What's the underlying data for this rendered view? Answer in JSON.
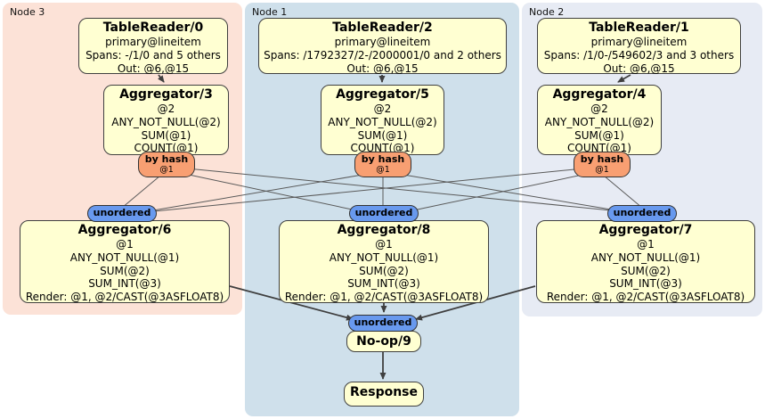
{
  "regions": {
    "node3": {
      "label": "Node 3"
    },
    "node1": {
      "label": "Node 1"
    },
    "node2": {
      "label": "Node 2"
    }
  },
  "boxes": {
    "tablereader0": {
      "title": "TableReader/0",
      "lines": [
        "primary@lineitem",
        "Spans: -/1/0 and 5 others",
        "Out: @6,@15"
      ]
    },
    "tablereader2": {
      "title": "TableReader/2",
      "lines": [
        "primary@lineitem",
        "Spans: /1792327/2-/2000001/0 and 2 others",
        "Out: @6,@15"
      ]
    },
    "tablereader1": {
      "title": "TableReader/1",
      "lines": [
        "primary@lineitem",
        "Spans: /1/0-/549602/3 and 3 others",
        "Out: @6,@15"
      ]
    },
    "aggregator3": {
      "title": "Aggregator/3",
      "lines": [
        "@2",
        "ANY_NOT_NULL(@2)",
        "SUM(@1)",
        "COUNT(@1)"
      ]
    },
    "aggregator5": {
      "title": "Aggregator/5",
      "lines": [
        "@2",
        "ANY_NOT_NULL(@2)",
        "SUM(@1)",
        "COUNT(@1)"
      ]
    },
    "aggregator4": {
      "title": "Aggregator/4",
      "lines": [
        "@2",
        "ANY_NOT_NULL(@2)",
        "SUM(@1)",
        "COUNT(@1)"
      ]
    },
    "aggregator6": {
      "title": "Aggregator/6",
      "lines": [
        "@1",
        "ANY_NOT_NULL(@1)",
        "SUM(@2)",
        "SUM_INT(@3)",
        "Render: @1, @2/CAST(@3ASFLOAT8)"
      ]
    },
    "aggregator8": {
      "title": "Aggregator/8",
      "lines": [
        "@1",
        "ANY_NOT_NULL(@1)",
        "SUM(@2)",
        "SUM_INT(@3)",
        "Render: @1, @2/CAST(@3ASFLOAT8)"
      ]
    },
    "aggregator7": {
      "title": "Aggregator/7",
      "lines": [
        "@1",
        "ANY_NOT_NULL(@1)",
        "SUM(@2)",
        "SUM_INT(@3)",
        "Render: @1, @2/CAST(@3ASFLOAT8)"
      ]
    },
    "noop9": {
      "title": "No-op/9"
    },
    "response": {
      "title": "Response"
    }
  },
  "ovals": {
    "byhash_label": "by hash",
    "byhash_sub": "@1",
    "unordered_label": "unordered"
  },
  "colors": {
    "node3_bg": "#fce2d7",
    "node1_bg": "#cfe0eb",
    "node2_bg": "#e7ebf4",
    "box_bg": "#ffffd2",
    "box_border": "#404040",
    "byhash_bg": "#f89f72",
    "unordered_bg": "#6899ee",
    "edge": "#3f3f3f",
    "thin_edge": "#5a5a5a"
  }
}
